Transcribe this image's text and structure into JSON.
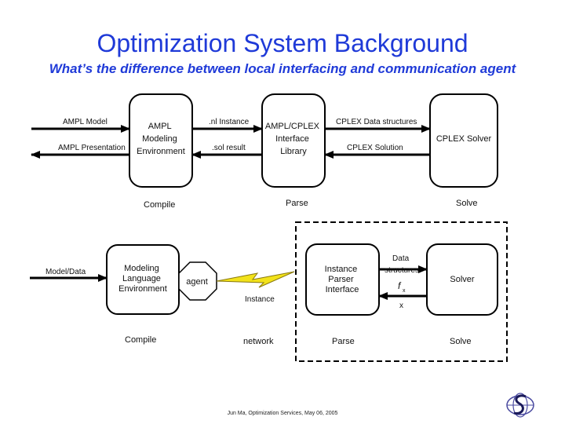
{
  "slide": {
    "title": "Optimization System Background",
    "subtitle": "What’s the difference between local interfacing and communication agent",
    "footer": "Jun Ma, Optimization Services, May 06, 2005"
  },
  "top_diagram": {
    "boxes": {
      "ampl": [
        "AMPL",
        "Modeling",
        "Environment"
      ],
      "cplex_lib": [
        "AMPL/CPLEX",
        "Interface",
        "Library"
      ],
      "solver": [
        "CPLEX Solver"
      ]
    },
    "arrows": {
      "ampl_model": "AMPL Model",
      "ampl_presentation": "AMPL Presentation",
      "nl_instance": ".nl Instance",
      "sol_result": ".sol result",
      "cplex_data": "CPLEX Data structures",
      "cplex_solution": "CPLEX Solution"
    },
    "stages": {
      "compile": "Compile",
      "parse": "Parse",
      "solve": "Solve"
    }
  },
  "bottom_diagram": {
    "boxes": {
      "modeling": [
        "Modeling",
        "Language",
        "Environment"
      ],
      "agent": "agent",
      "parser": [
        "Instance",
        "Parser",
        "Interface"
      ],
      "solver": "Solver"
    },
    "arrows": {
      "model_data": "Model/Data",
      "instance": "Instance",
      "data_structures": [
        "Data",
        "structures"
      ],
      "fx": "f",
      "fx_sub": "x",
      "x": "x"
    },
    "stages": {
      "compile": "Compile",
      "network": "network",
      "parse": "Parse",
      "solve": "Solve"
    }
  },
  "colors": {
    "title": "#1f3ad8",
    "lightning_fill": "#f2e21a",
    "lightning_stroke": "#8a7a10"
  }
}
